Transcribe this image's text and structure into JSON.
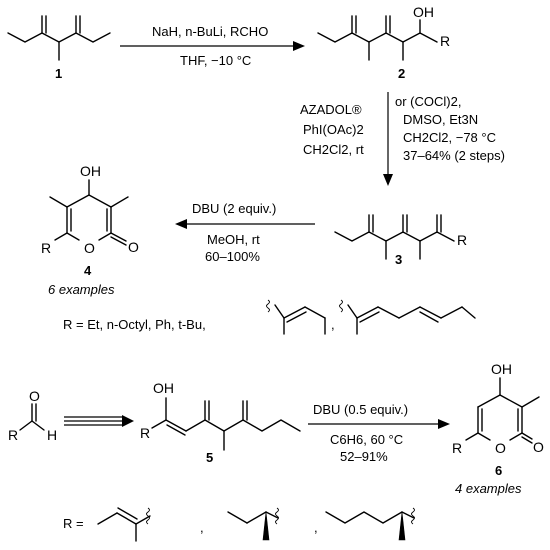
{
  "compounds": {
    "c1": {
      "number": "1"
    },
    "c2": {
      "number": "2",
      "oh": "OH",
      "r": "R"
    },
    "c3": {
      "number": "3",
      "r": "R"
    },
    "c4": {
      "number": "4",
      "oh": "OH",
      "r": "R",
      "examples": "6 examples"
    },
    "c5": {
      "number": "5",
      "oh": "OH",
      "r": "R"
    },
    "c6": {
      "number": "6",
      "oh": "OH",
      "r": "R",
      "examples": "4 examples"
    },
    "aldehyde": {
      "r": "R",
      "h": "H"
    }
  },
  "atoms": {
    "o": "O"
  },
  "reactions": {
    "step1": {
      "reagents": "NaH, n-BuLi, RCHO",
      "conditions": "THF, −10 °C"
    },
    "step2": {
      "left": [
        "AZADOL®",
        "PhI(OAc)2",
        "CH2Cl2, rt"
      ],
      "right": [
        "or (COCl)2,",
        "DMSO, Et3N",
        "CH2Cl2, −78 °C",
        "37–64% (2 steps)"
      ]
    },
    "step3": {
      "reagents": "DBU (2 equiv.)",
      "conditions": "MeOH, rt",
      "yield": "60–100%"
    },
    "step4": {
      "reagents": "DBU (0.5 equiv.)",
      "conditions": "C6H6, 60 °C",
      "yield": "52–91%"
    }
  },
  "r_groups_top": {
    "label": "R = Et, n-Octyl, Ph, t-Bu,"
  },
  "r_groups_bottom": {
    "label": "R ="
  }
}
